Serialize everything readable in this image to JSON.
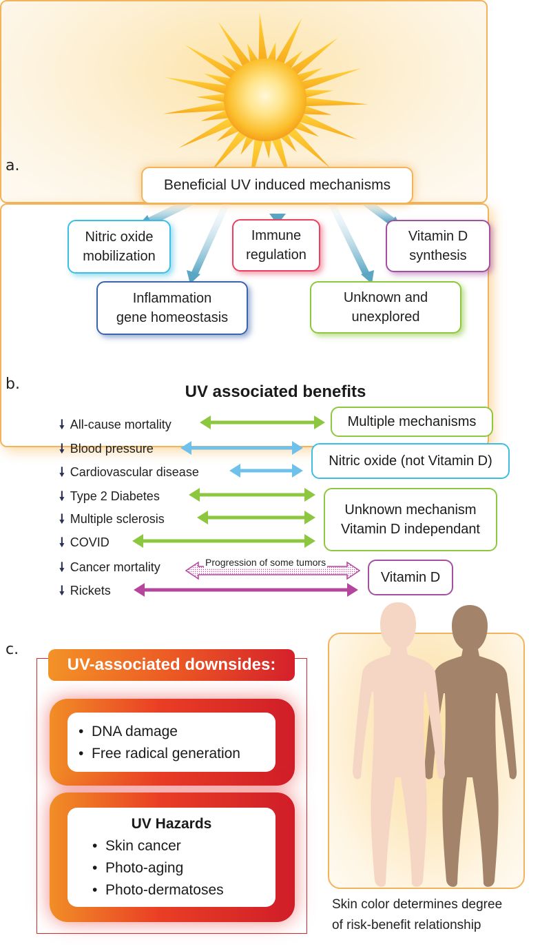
{
  "panel_a": {
    "letter": "a.",
    "root": "Beneficial UV induced mechanisms",
    "mechanisms": [
      {
        "label": "Nitric oxide\nmobilization",
        "color": "#3bbde6"
      },
      {
        "label": "Immune\nregulation",
        "color": "#e8415f"
      },
      {
        "label": "Vitamin D\nsynthesis",
        "color": "#a34fa0"
      },
      {
        "label": "Inflammation\ngene homeostasis",
        "color": "#3a62ad"
      },
      {
        "label": "Unknown and\nunexplored",
        "color": "#8dc63f"
      }
    ]
  },
  "panel_b": {
    "letter": "b.",
    "title": "UV associated benefits",
    "down_arrow": "🠗",
    "benefits": [
      "All-cause mortality",
      "Blood pressure",
      "Cardiovascular disease",
      "Type 2 Diabetes",
      "Multiple sclerosis",
      "COVID",
      "Cancer mortality",
      "Rickets"
    ],
    "mechanism_boxes": [
      {
        "label": "Multiple mechanisms",
        "color": "#8dc63f"
      },
      {
        "label": "Nitric oxide (not Vitamin D)",
        "color": "#3bbde6"
      },
      {
        "label": "Unknown mechanism\nVitamin D independant",
        "color": "#8dc63f"
      },
      {
        "label": "Vitamin D",
        "color": "#a34fa0"
      }
    ],
    "tumor_note": "Progression of some tumors"
  },
  "panel_c": {
    "letter": "c.",
    "downsides_title": "UV-associated downsides:",
    "card1_items": [
      "DNA damage",
      "Free radical generation"
    ],
    "card2_title": "UV Hazards",
    "card2_items": [
      "Skin cancer",
      "Photo-aging",
      "Photo-dermatoses"
    ],
    "bullet": "•",
    "caption": "Skin color determines degree\nof risk-benefit relationship"
  },
  "colors": {
    "green": "#8dc63f",
    "blue": "#6ec1ea",
    "magenta": "#b4479d",
    "sun": "#f7b81c"
  },
  "icons": [
    "sun-icon",
    "human-figure-light-icon",
    "human-figure-dark-icon"
  ]
}
